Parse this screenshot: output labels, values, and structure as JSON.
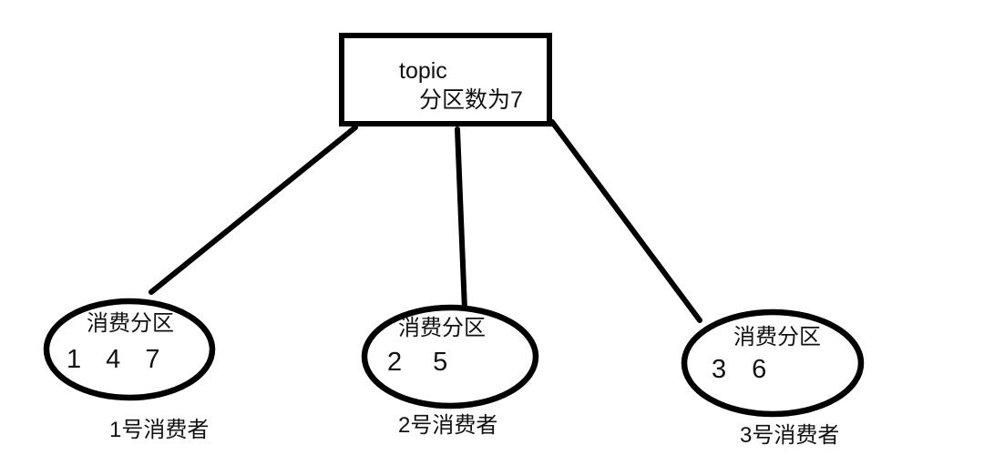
{
  "diagram": {
    "background_color": "#ffffff",
    "stroke_color": "#000000",
    "topic_box": {
      "title": "topic",
      "subtitle": "分区数为7"
    },
    "consumers": [
      {
        "group_label": "消费分区",
        "partitions": "1 4 7",
        "name": "1号消费者"
      },
      {
        "group_label": "消费分区",
        "partitions": "2 5",
        "name": "2号消费者"
      },
      {
        "group_label": "消费分区",
        "partitions": "3 6",
        "name": "3号消费者"
      }
    ]
  }
}
